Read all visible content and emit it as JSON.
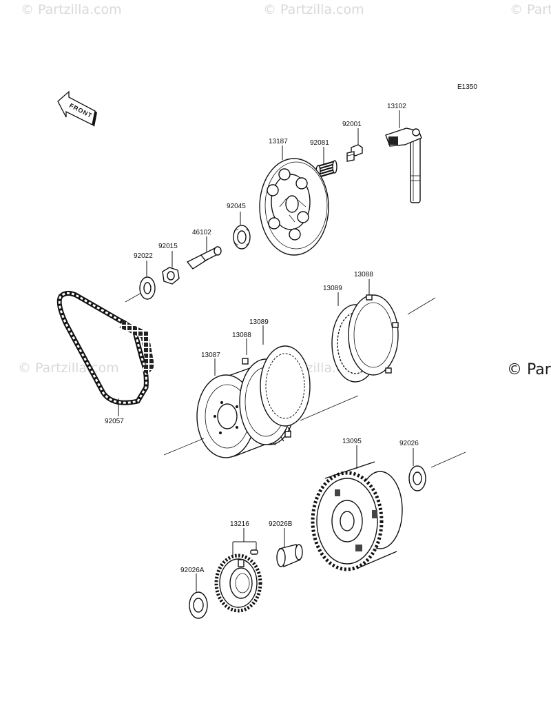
{
  "diagram_code": "E1350",
  "front_arrow_label": "FRONT",
  "watermarks": {
    "text": "© Partzilla.com",
    "right_text": "© Par"
  },
  "part_labels": {
    "p13102": "13102",
    "p92001": "92001",
    "p13187": "13187",
    "p92081": "92081",
    "p92045": "92045",
    "p46102": "46102",
    "p92015": "92015",
    "p92022": "92022",
    "p13088_top": "13088",
    "p13089_top": "13089",
    "p13089_mid": "13089",
    "p13088_mid": "13088",
    "p13087": "13087",
    "p92057": "92057",
    "p13095": "13095",
    "p92026": "92026",
    "p13216": "13216",
    "p92026B": "92026B",
    "p92026A": "92026A"
  }
}
